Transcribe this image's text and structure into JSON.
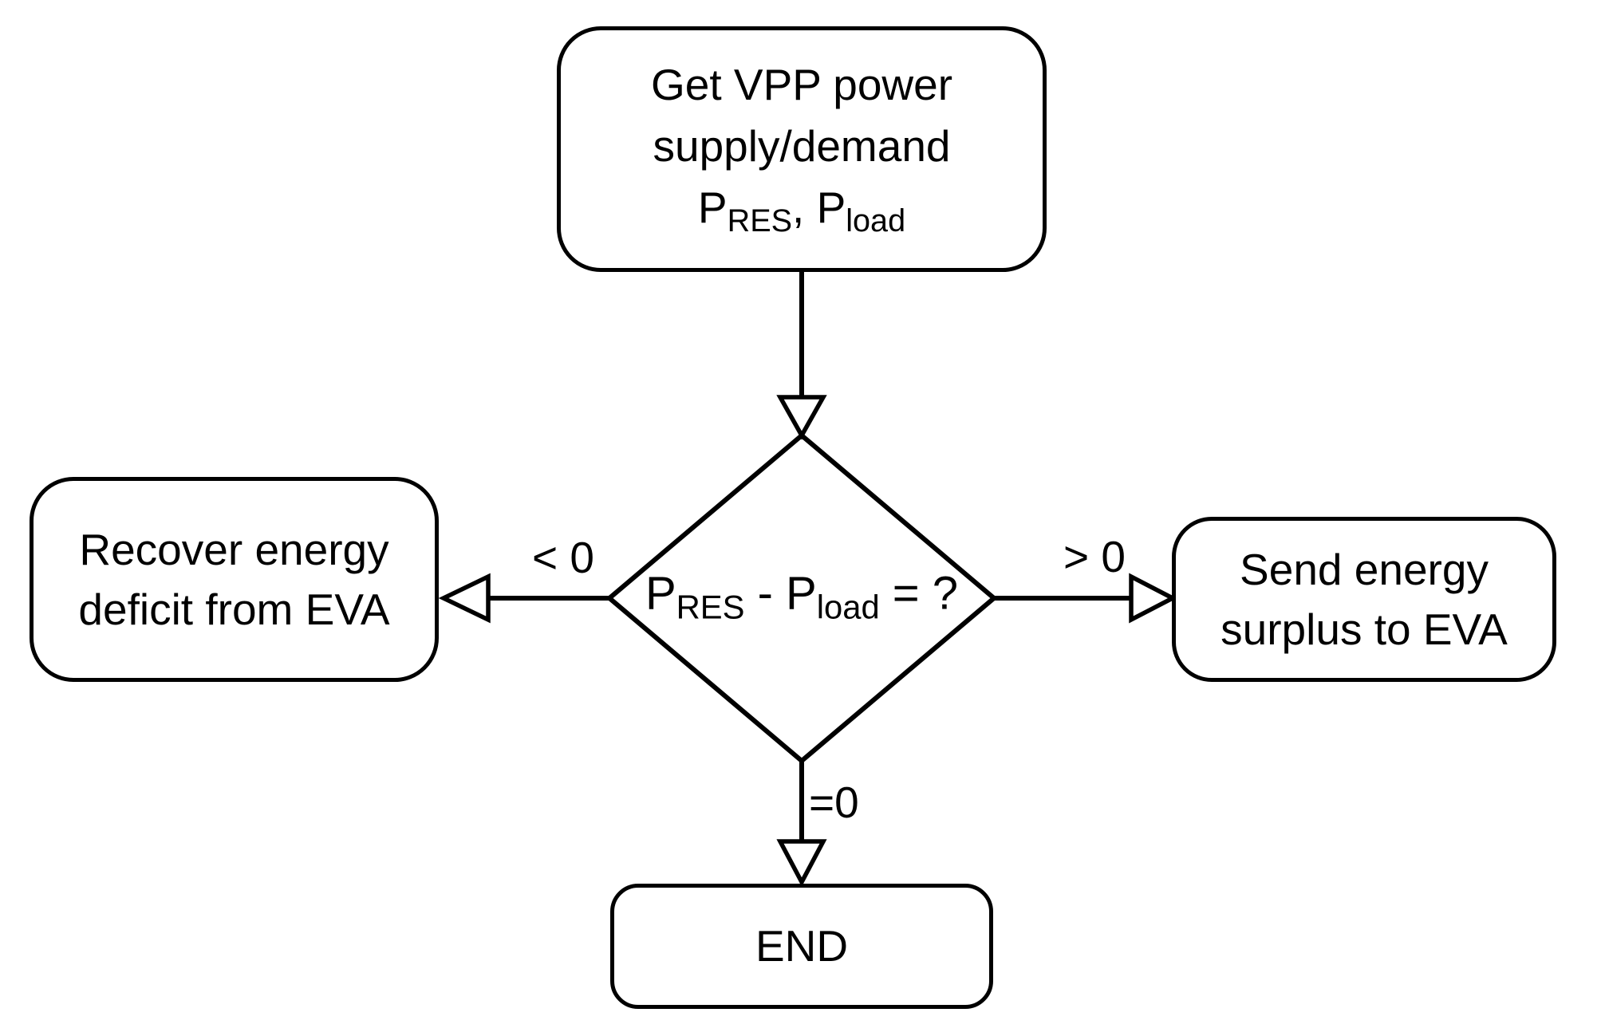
{
  "colors": {
    "background": "#ffffff",
    "stroke": "#000000",
    "text": "#000000"
  },
  "flowchart": {
    "start_node": {
      "line1": "Get VPP power",
      "line2": "supply/demand",
      "var1_base": "P",
      "var1_sub": "RES",
      "separator": ", ",
      "var2_base": "P",
      "var2_sub": "load"
    },
    "decision_node": {
      "var1_base": "P",
      "var1_sub": "RES",
      "operator": " - ",
      "var2_base": "P",
      "var2_sub": "load",
      "result": " = ?"
    },
    "recover_node": {
      "line1": "Recover energy",
      "line2": "deficit from EVA"
    },
    "send_node": {
      "line1": "Send energy",
      "line2": "surplus to EVA"
    },
    "end_node": {
      "label": "END"
    },
    "edge_labels": {
      "negative": "< 0",
      "positive": "> 0",
      "zero": "=0"
    }
  }
}
